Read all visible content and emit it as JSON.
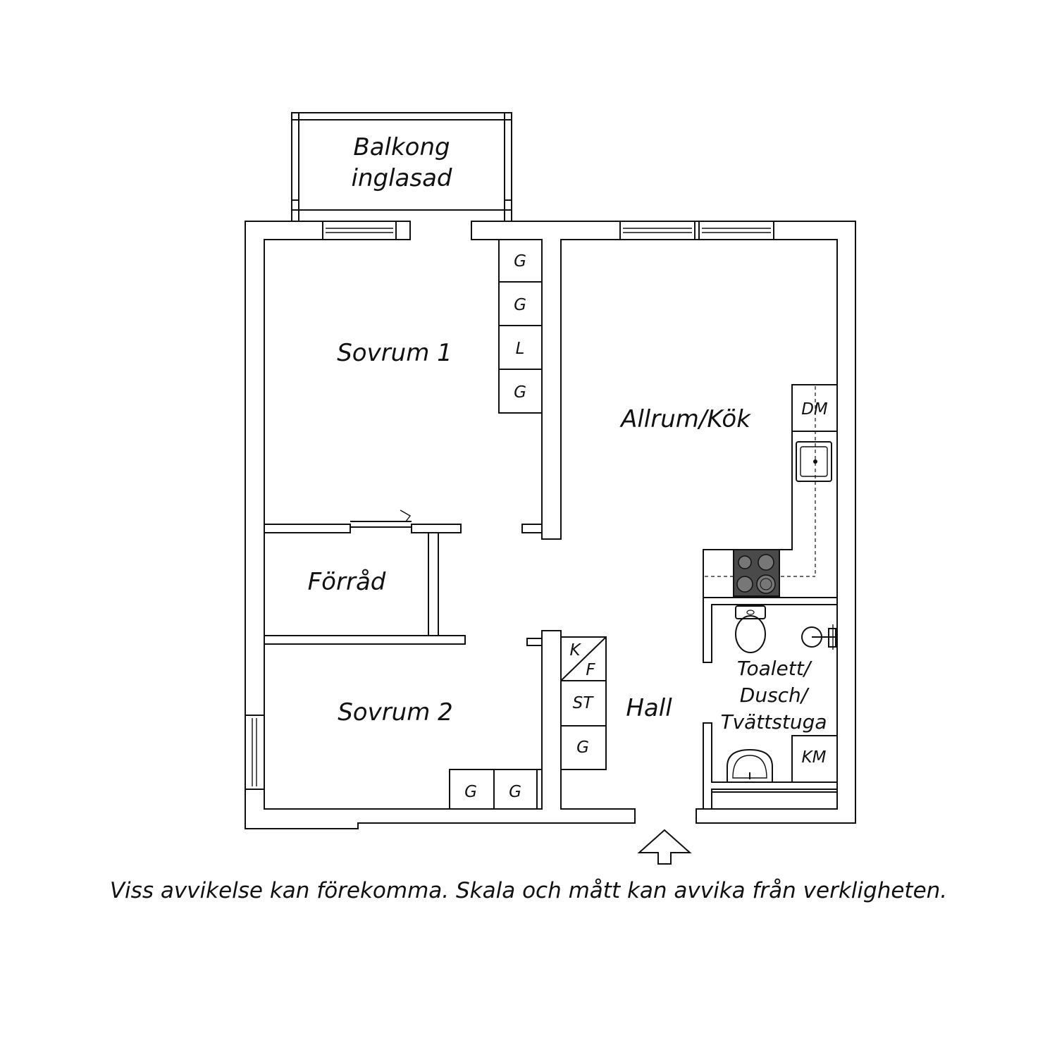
{
  "rooms": {
    "balkong_line1": "Balkong",
    "balkong_line2": "inglasad",
    "sovrum1": "Sovrum 1",
    "allrum_kok": "Allrum/Kök",
    "forrad": "Förråd",
    "sovrum2": "Sovrum 2",
    "hall": "Hall",
    "wc_line1": "Toalett/",
    "wc_line2": "Dusch/",
    "wc_line3": "Tvättstuga"
  },
  "closets": {
    "s1_a": "G",
    "s1_b": "G",
    "s1_c": "L",
    "s1_d": "G",
    "s2_a": "G",
    "s2_b": "G",
    "hall_k": "K",
    "hall_f": "F",
    "hall_st": "ST",
    "hall_g": "G"
  },
  "appliances": {
    "dishwasher": "DM",
    "washing_machine": "KM"
  },
  "icons": [
    "entrance-arrow-icon",
    "sink-icon",
    "stove-icon",
    "toilet-icon",
    "shower-icon",
    "washbasin-icon"
  ],
  "disclaimer": "Viss avvikelse kan förekomma. Skala och mått kan avvika från verkligheten."
}
